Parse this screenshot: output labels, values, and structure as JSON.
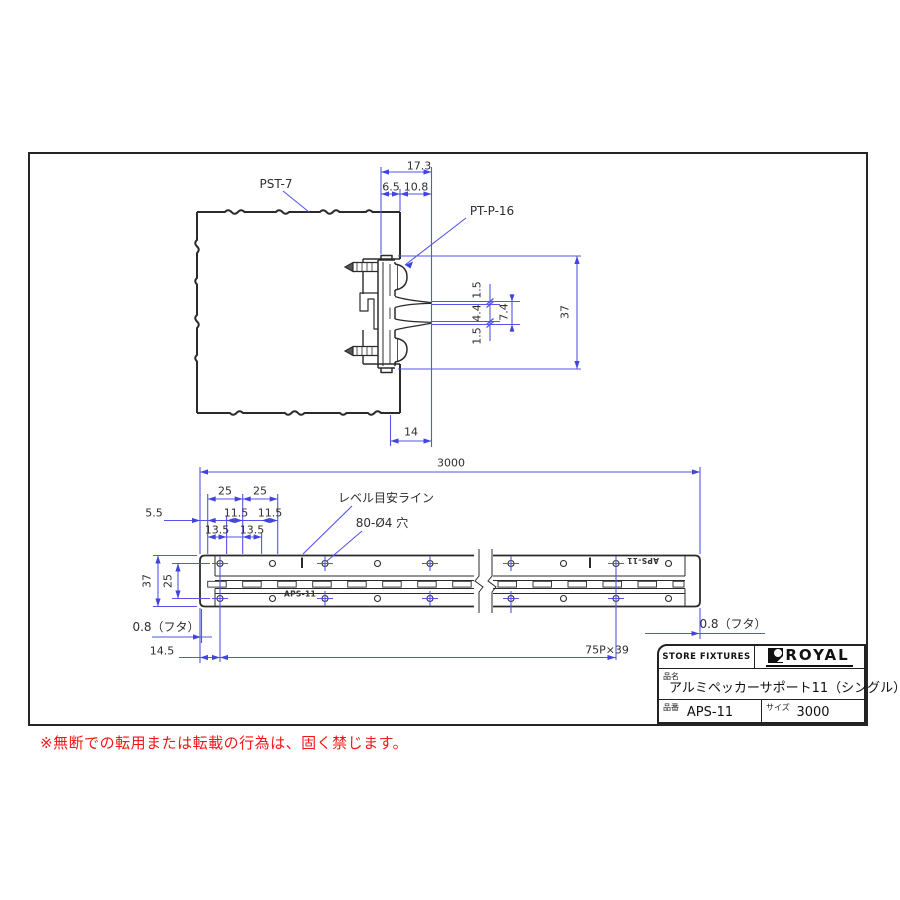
{
  "colors": {
    "dimension_blue": "#5555e8",
    "arrow_blue": "#4343dd",
    "line_black": "#2b2b2b",
    "warning_red": "#f51616"
  },
  "top_view": {
    "part_label": "PST-7",
    "screw_label": "PT-P-16",
    "width_total": "17.3",
    "width_left": "6.5",
    "width_right": "10.8",
    "fin_top": "1.5",
    "fin_gap": "4.4",
    "fin_bottom": "1.5",
    "fin_span": "7.4",
    "height": "37",
    "depth": "14"
  },
  "front_view": {
    "length": "3000",
    "slot_pitch_a": "25",
    "slot_pitch_b": "25",
    "edge_offset": "5.5",
    "gap_a": "11.5",
    "gap_b": "11.5",
    "slot_a": "13.5",
    "slot_b": "13.5",
    "level_label": "レベル目安ライン",
    "holes_label": "80-Ø4 穴",
    "height": "37",
    "hole_row_gap": "25",
    "cap_left": "0.8（フタ）",
    "cap_right": "0.8（フタ）",
    "end_offset": "14.5",
    "hole_pitch": "75P×39",
    "marking": "APS-11",
    "marking_flipped": "APS-11"
  },
  "title_block": {
    "header": "STORE FIXTURES",
    "brand": "ROYAL",
    "name_label": "品名",
    "name": "アルミペッカーサポート11（シングル）",
    "part_label": "品番",
    "part": "APS-11",
    "size_label": "サイズ",
    "size": "3000"
  },
  "warning": "※無断での転用または転載の行為は、固く禁じます。"
}
